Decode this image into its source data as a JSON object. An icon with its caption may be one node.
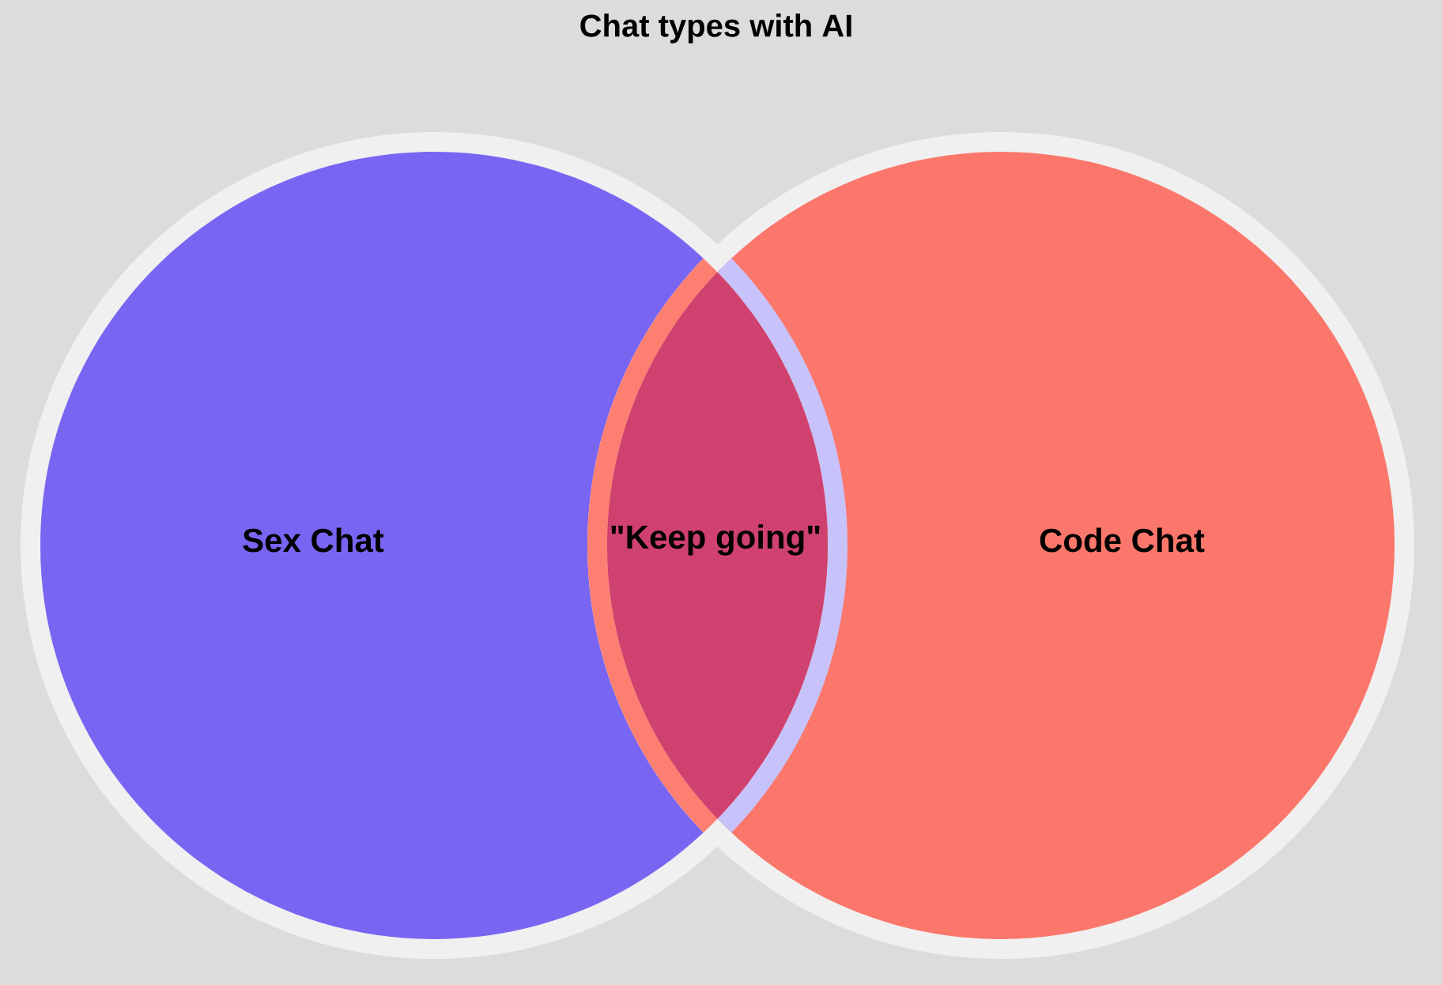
{
  "diagram": {
    "title": "Chat types with AI",
    "nodes": [
      {
        "text": [
          "Sex Chat"
        ]
      },
      {
        "text": [
          "Code Chat"
        ]
      },
      {
        "text": [
          "\"Keep going\""
        ]
      }
    ]
  }
}
